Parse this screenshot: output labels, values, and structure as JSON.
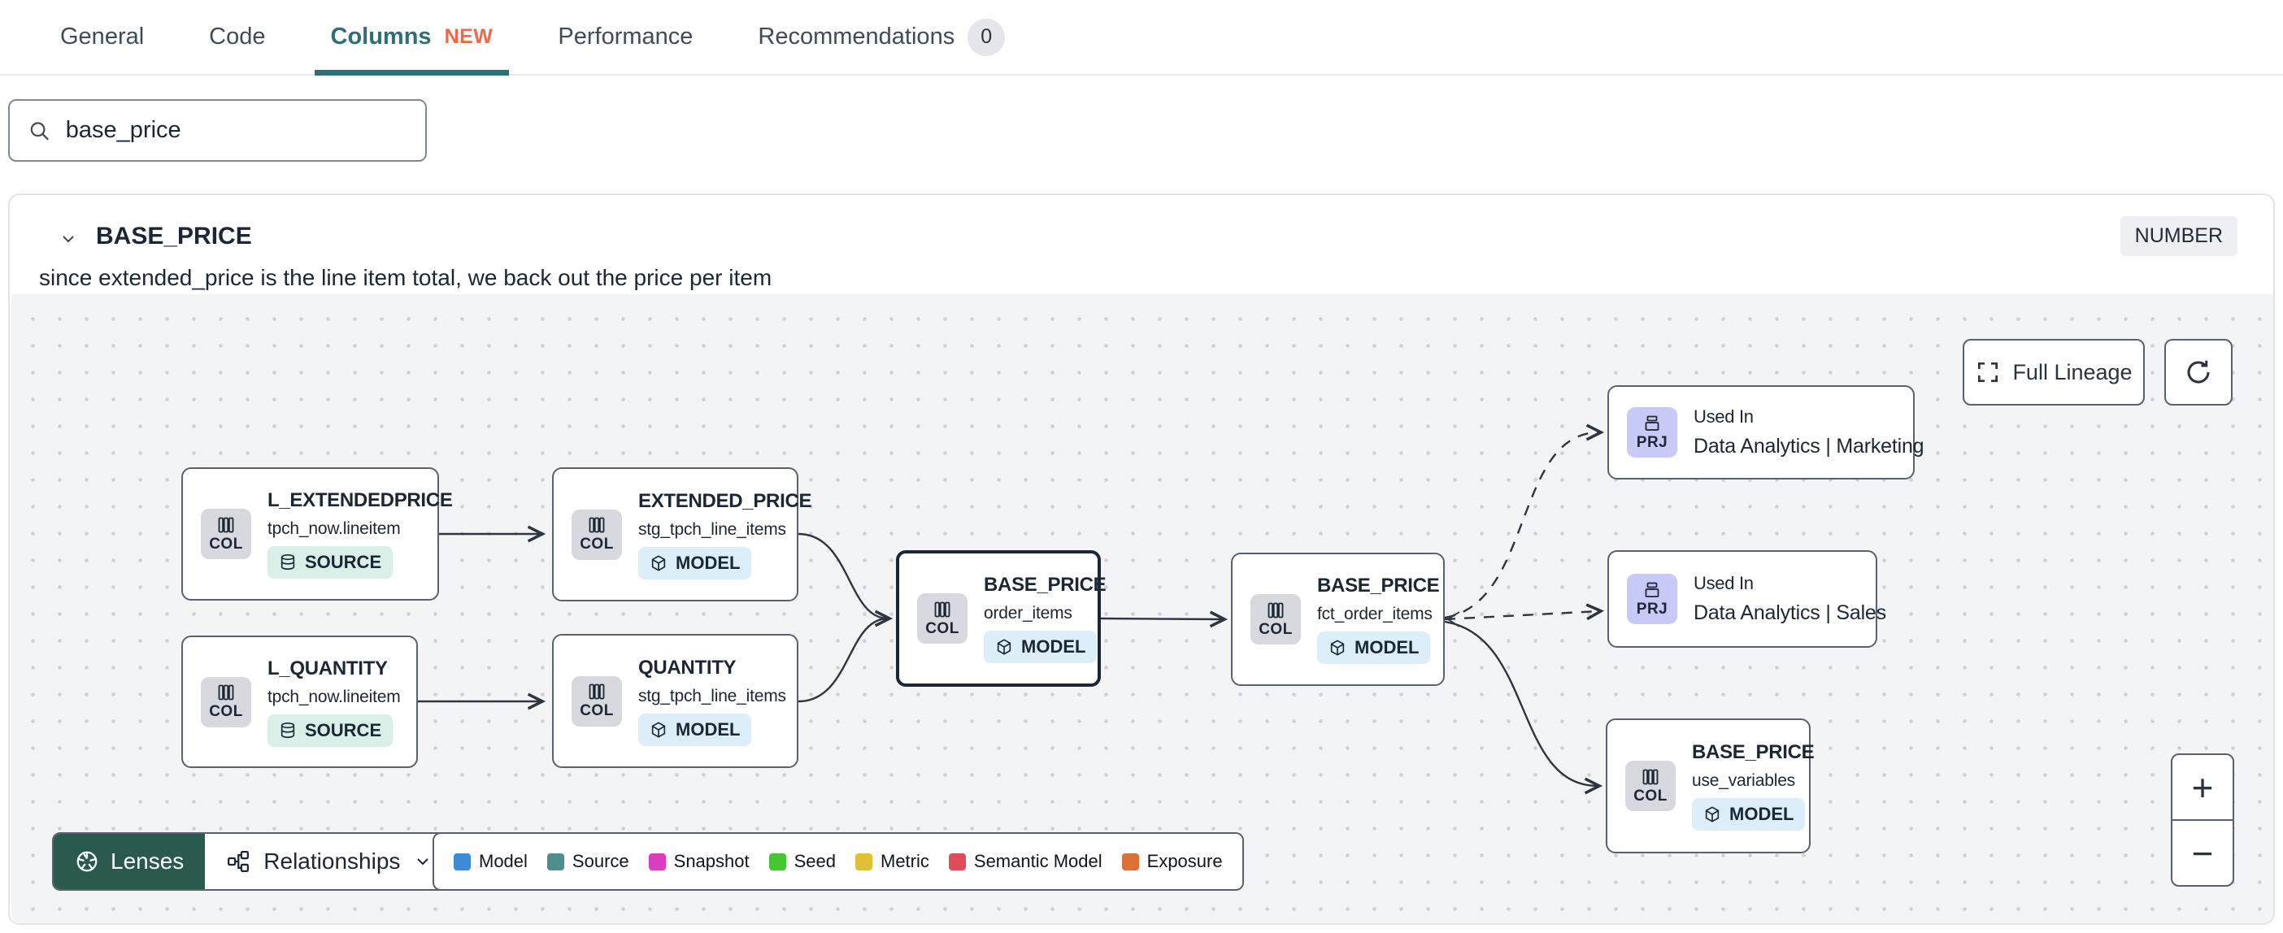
{
  "tabs": {
    "items": [
      {
        "label": "General"
      },
      {
        "label": "Code"
      },
      {
        "label": "Columns",
        "badge": "NEW"
      },
      {
        "label": "Performance"
      },
      {
        "label": "Recommendations",
        "count": "0"
      }
    ]
  },
  "search": {
    "value": "base_price"
  },
  "column_panel": {
    "name": "BASE_PRICE",
    "type_badge": "NUMBER",
    "description": "since extended_price is the line item total, we back out the price per item"
  },
  "lineage": {
    "full_lineage_label": "Full Lineage",
    "zoom_in_label": "+",
    "zoom_out_label": "−",
    "lenses_label": "Lenses",
    "relationships_label": "Relationships",
    "legend": {
      "items": [
        {
          "label": "Model",
          "color": "#3d8bd4"
        },
        {
          "label": "Source",
          "color": "#4f8e8e"
        },
        {
          "label": "Snapshot",
          "color": "#da3dbe"
        },
        {
          "label": "Seed",
          "color": "#45c72f"
        },
        {
          "label": "Metric",
          "color": "#e0c133"
        },
        {
          "label": "Semantic Model",
          "color": "#e04c5c"
        },
        {
          "label": "Exposure",
          "color": "#dc7037"
        }
      ]
    },
    "nodes": [
      {
        "chip": "COL",
        "title": "L_EXTENDEDPRICE",
        "subtitle": "tpch_now.lineitem",
        "badge": "SOURCE"
      },
      {
        "chip": "COL",
        "title": "EXTENDED_PRICE",
        "subtitle": "stg_tpch_line_items",
        "badge": "MODEL"
      },
      {
        "chip": "COL",
        "title": "L_QUANTITY",
        "subtitle": "tpch_now.lineitem",
        "badge": "SOURCE"
      },
      {
        "chip": "COL",
        "title": "QUANTITY",
        "subtitle": "stg_tpch_line_items",
        "badge": "MODEL"
      },
      {
        "chip": "COL",
        "title": "BASE_PRICE",
        "subtitle": "order_items",
        "badge": "MODEL"
      },
      {
        "chip": "COL",
        "title": "BASE_PRICE",
        "subtitle": "fct_order_items",
        "badge": "MODEL"
      },
      {
        "chip": "PRJ",
        "title": "Used In",
        "subtitle": "Data Analytics | Marketing"
      },
      {
        "chip": "PRJ",
        "title": "Used In",
        "subtitle": "Data Analytics | Sales"
      },
      {
        "chip": "COL",
        "title": "BASE_PRICE",
        "subtitle": "use_variables",
        "badge": "MODEL"
      }
    ],
    "colors": {
      "accent_teal": "#2f6e76",
      "new_badge": "#ec6a4a",
      "lenses_bg": "#2a5a4e",
      "model_badge_bg": "#ddeefb",
      "source_badge_bg": "#d9f0e8",
      "col_chip_bg": "#d7d9de",
      "prj_chip_bg": "#c7caf6",
      "edge": "#2c3540"
    }
  }
}
